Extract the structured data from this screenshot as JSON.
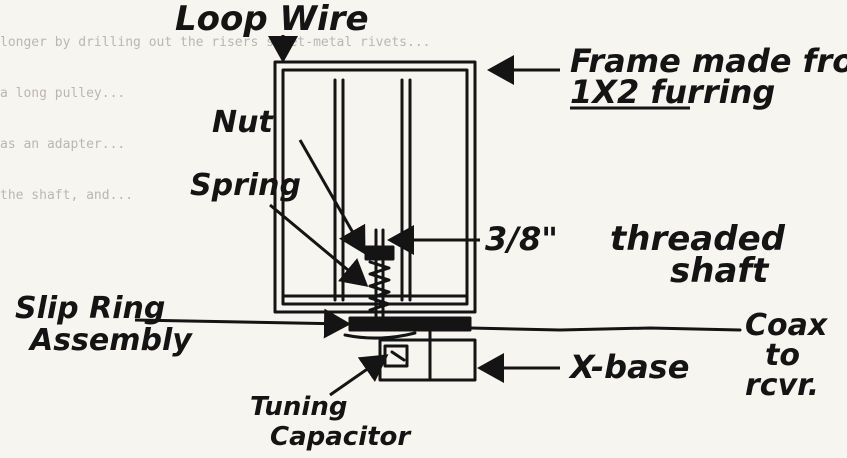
{
  "background_text_lines": [
    "longer by drilling out the risers sheet-metal rivets...",
    "a long pulley...",
    "as an adapter...",
    "the shaft, and..."
  ],
  "labels": {
    "loop_wire": "Loop Wire",
    "frame": "Frame made from",
    "frame_material": "1X2 furring",
    "nut": "Nut",
    "spring": "Spring",
    "shaft_size": "3/8\"",
    "shaft_type": "threaded",
    "shaft_word": "shaft",
    "slip_ring": "Slip Ring",
    "assembly": "Assembly",
    "coax": "Coax",
    "to": "to",
    "receiver": "rcvr.",
    "x_base": "X-base",
    "tuning": "Tuning",
    "capacitor": "Capacitor"
  },
  "colors": {
    "ink": "#141414",
    "paper": "#f7f5ef",
    "faint_text": "#b9b7b0"
  }
}
